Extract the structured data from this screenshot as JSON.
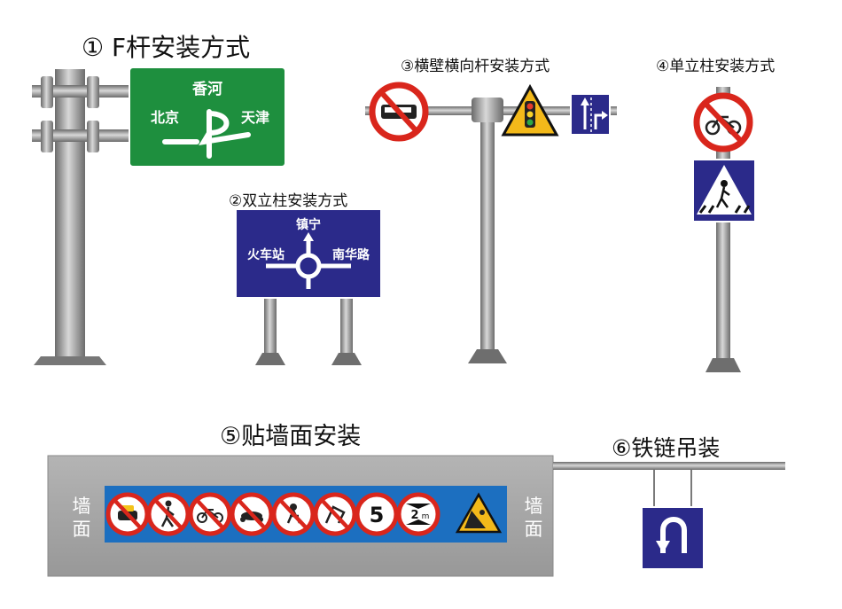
{
  "captions": {
    "f_pole": "① F杆安装方式",
    "double_column": "②双立柱安装方式",
    "cantilever": "③横壁横向杆安装方式",
    "single_column": "④单立柱安装方式",
    "wall_mount": "⑤贴墙面安装",
    "chain_hang": "⑥铁链吊装"
  },
  "f_pole_sign": {
    "top": "香河",
    "left": "北京",
    "right": "天津"
  },
  "double_column_sign": {
    "top": "镇宁",
    "left": "火车站",
    "right": "南华路"
  },
  "wall": {
    "left_label": "墙\n面",
    "right_label": "墙\n面",
    "left_char1": "墙",
    "left_char2": "面",
    "right_char1": "墙",
    "right_char2": "面"
  },
  "wall_signs": {
    "speed": "5",
    "width_limit": "2",
    "width_unit": "m"
  },
  "icons": [
    "no-car-icon",
    "no-pedestrian-icon",
    "no-bicycle-icon",
    "no-motorbike-icon",
    "no-rider-icon",
    "no-animal-cart-icon",
    "speed-limit-icon",
    "width-limit-icon",
    "falling-rocks-icon",
    "no-bus-icon",
    "traffic-light-warning-icon",
    "lane-direction-icon",
    "pedestrian-crossing-icon",
    "u-turn-icon"
  ],
  "colors": {
    "green_sign": "#1e8f3e",
    "blue_sign": "#2b2a8a",
    "wall_blue": "#1c6fc0",
    "prohibit_red": "#d9261c",
    "warning_yellow": "#f3b91a",
    "pole_gray": "#8e8e8e",
    "wall_gray": "#a8a8a8"
  }
}
